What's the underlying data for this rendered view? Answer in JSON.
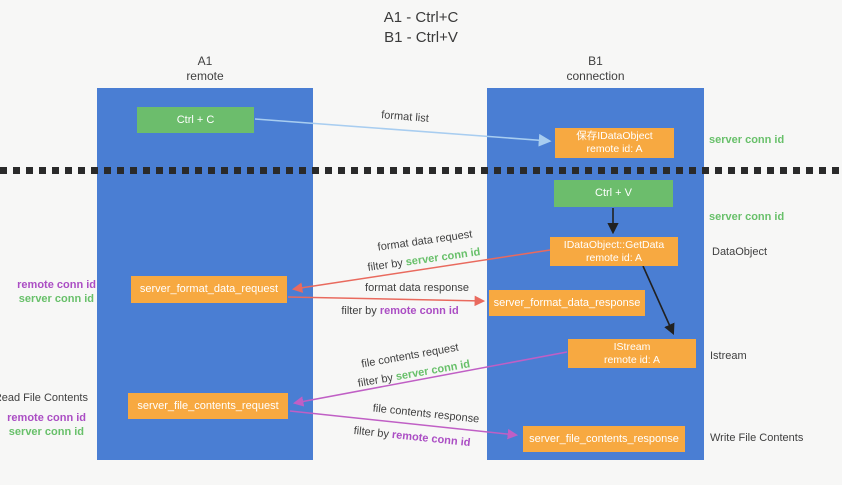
{
  "title": {
    "line1": "A1 - Ctrl+C",
    "line2": "B1 - Ctrl+V"
  },
  "columns": {
    "left": {
      "id": "A1",
      "role": "remote"
    },
    "right": {
      "id": "B1",
      "role": "connection"
    }
  },
  "nodes": {
    "ctrl_c": "Ctrl + C",
    "ctrl_v": "Ctrl + V",
    "save_idataobject": {
      "line1": "保存IDataObject",
      "line2": "remote id: A"
    },
    "getdata": {
      "line1": "IDataObject::GetData",
      "line2": "remote id: A"
    },
    "istream": {
      "line1": "IStream",
      "line2": "remote id: A"
    },
    "server_format_data_request": "server_format_data_request",
    "server_format_data_response": "server_format_data_response",
    "server_file_contents_request": "server_file_contents_request",
    "server_file_contents_response": "server_file_contents_response"
  },
  "arrow_labels": {
    "format_list": "format list",
    "format_data_request": "format data request",
    "format_data_response": "format data response",
    "file_contents_request": "file contents request",
    "file_contents_response": "file contents response",
    "filter_by": "filter by ",
    "server_conn_id": "server conn id",
    "remote_conn_id": "remote conn id"
  },
  "side_labels": {
    "right_server_conn_id_1": "server conn id",
    "right_server_conn_id_2": "server conn id",
    "data_object": "DataObject",
    "istream": "Istream",
    "write_file_contents": "Write File Contents",
    "left_remote_conn_id_1": "remote conn id",
    "left_server_conn_id_1": "server conn id",
    "read_file_contents": "Read File Contents",
    "left_remote_conn_id_2": "remote conn id",
    "left_server_conn_id_2": "server conn id"
  },
  "colors": {
    "background": "#f7f7f6",
    "column_blue": "#4a7ed3",
    "box_green": "#6cbd6c",
    "box_orange": "#f7a941",
    "arrow_light_blue": "#a8cdf0",
    "arrow_red": "#e96a5e",
    "arrow_magenta": "#c05fc5",
    "arrow_black": "#212121",
    "label_green": "#68c06a",
    "label_purple": "#ab4ec4",
    "text_dark": "#3f3f3f"
  }
}
